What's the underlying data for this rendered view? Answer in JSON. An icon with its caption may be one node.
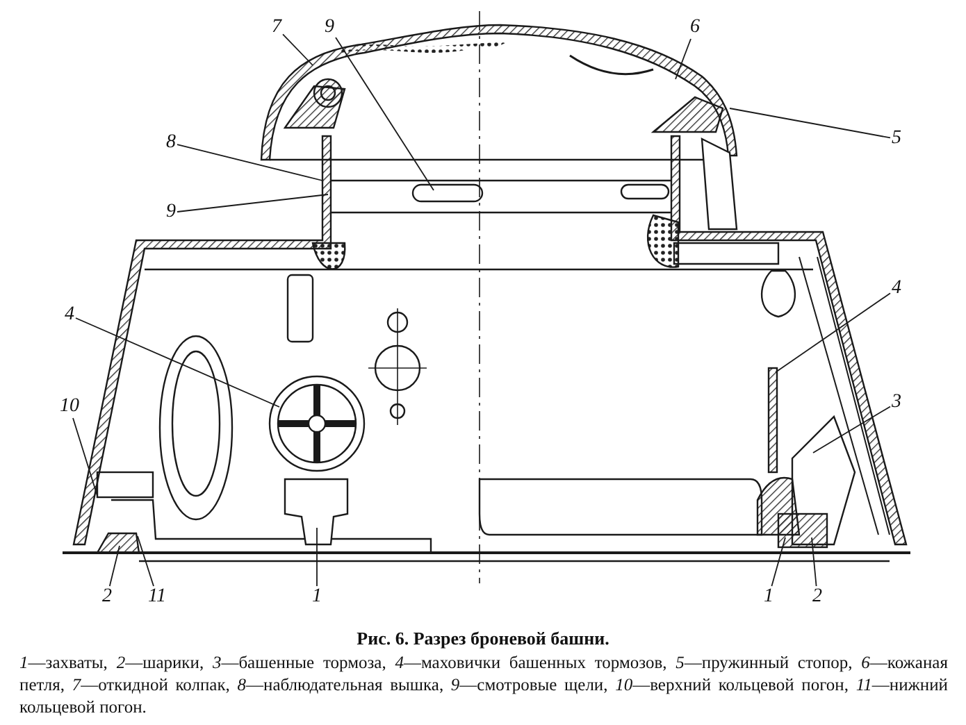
{
  "diagram": {
    "title": "Рис. 6. Разрез броневой башни.",
    "caption": "*1*—захваты, *2*—шарики, *3*—башенные тормоза, *4*—маховички башенных тормозов, *5*—пружинный стопор, *6*—кожаная петля, *7*—откидной колпак, *8*—наблюдательная вышка, *9*—смотровые щели, *10*—верхний кольцевой погон, *11*—нижний кольцевой погон.",
    "nodes": [
      {
        "text": [
          "7"
        ]
      },
      {
        "text": [
          "9"
        ]
      },
      {
        "text": [
          "6"
        ]
      },
      {
        "text": [
          "5"
        ]
      },
      {
        "text": [
          "8"
        ]
      },
      {
        "text": [
          "9"
        ]
      },
      {
        "text": [
          "4"
        ]
      },
      {
        "text": [
          "4"
        ]
      },
      {
        "text": [
          "3"
        ]
      },
      {
        "text": [
          "10"
        ]
      },
      {
        "text": [
          "2"
        ]
      },
      {
        "text": [
          "11"
        ]
      },
      {
        "text": [
          "1"
        ]
      },
      {
        "text": [
          "1"
        ]
      },
      {
        "text": [
          "2"
        ]
      }
    ],
    "edges": [
      {
        "from": 0,
        "to": null,
        "arrow": "none"
      },
      {
        "from": 1,
        "to": null,
        "arrow": "none"
      },
      {
        "from": 2,
        "to": null,
        "arrow": "none"
      },
      {
        "from": 3,
        "to": null,
        "arrow": "none"
      },
      {
        "from": 4,
        "to": null,
        "arrow": "none"
      },
      {
        "from": 5,
        "to": null,
        "arrow": "none"
      },
      {
        "from": 6,
        "to": null,
        "arrow": "none"
      },
      {
        "from": 7,
        "to": null,
        "arrow": "none"
      },
      {
        "from": 8,
        "to": null,
        "arrow": "none"
      },
      {
        "from": 9,
        "to": null,
        "arrow": "none"
      },
      {
        "from": 10,
        "to": null,
        "arrow": "none"
      },
      {
        "from": 11,
        "to": null,
        "arrow": "none"
      },
      {
        "from": 12,
        "to": null,
        "arrow": "none"
      },
      {
        "from": 13,
        "to": null,
        "arrow": "none"
      },
      {
        "from": 14,
        "to": null,
        "arrow": "none"
      }
    ]
  }
}
